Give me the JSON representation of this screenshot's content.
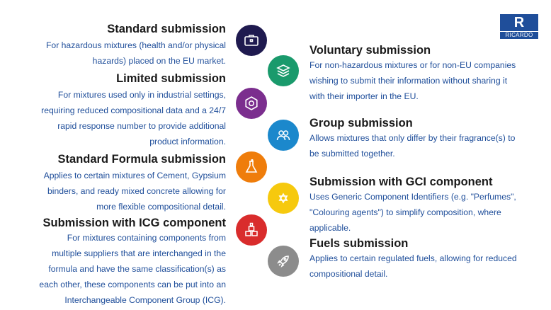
{
  "logo": {
    "mark": "R",
    "word": "RICARDO"
  },
  "colors": {
    "navy": "#1f1a4f",
    "green": "#1a9a6c",
    "purple": "#7b2e8e",
    "blue": "#1b88cc",
    "orange": "#ef7d0b",
    "yellow": "#f6c90e",
    "red": "#d92c2c",
    "grey": "#8c8c8c",
    "text_blue": "#1f4e9a"
  },
  "left_items": [
    {
      "title": "Standard submission",
      "lines": [
        "For hazardous mixtures (health and/or physical",
        "hazards) placed on the EU market."
      ],
      "icon": "briefcase-icon"
    },
    {
      "title": "Limited submission",
      "lines": [
        "For mixtures used only in industrial settings,",
        "requiring reduced compositional data and a 24/7",
        "rapid response number to provide additional",
        "product information."
      ],
      "icon": "gear-icon"
    },
    {
      "title": "Standard Formula submission",
      "lines": [
        "Applies to certain mixtures of Cement, Gypsium",
        "binders, and ready mixed concrete allowing for",
        "more flexible compositional detail."
      ],
      "icon": "flask-icon"
    },
    {
      "title": "Submission with ICG component",
      "lines": [
        "For mixtures containing components from",
        "multiple suppliers that are interchanged in the",
        "formula and have the same classification(s) as",
        "each other, these components can be put into an",
        "Interchangeable Component Group (ICG)."
      ],
      "icon": "blocks-icon"
    }
  ],
  "right_items": [
    {
      "title": "Voluntary submission",
      "lines": [
        "For non-hazardous mixtures or for non-EU companies",
        "wishing to submit their information without sharing it",
        "with their importer in the EU."
      ],
      "icon": "layers-icon"
    },
    {
      "title": "Group submission",
      "lines": [
        "Allows mixtures that only differ by their fragrance(s) to",
        "be submitted together."
      ],
      "icon": "people-icon"
    },
    {
      "title": "Submission with GCI component",
      "lines": [
        "Uses Generic Component Identifiers (e.g. \"Perfumes\",",
        "\"Colouring agents\") to simplify composition, where",
        "applicable."
      ],
      "icon": "sun-icon"
    },
    {
      "title": "Fuels submission",
      "lines": [
        "Applies to certain regulated fuels, allowing for reduced",
        "compositional detail."
      ],
      "icon": "rocket-icon"
    }
  ]
}
